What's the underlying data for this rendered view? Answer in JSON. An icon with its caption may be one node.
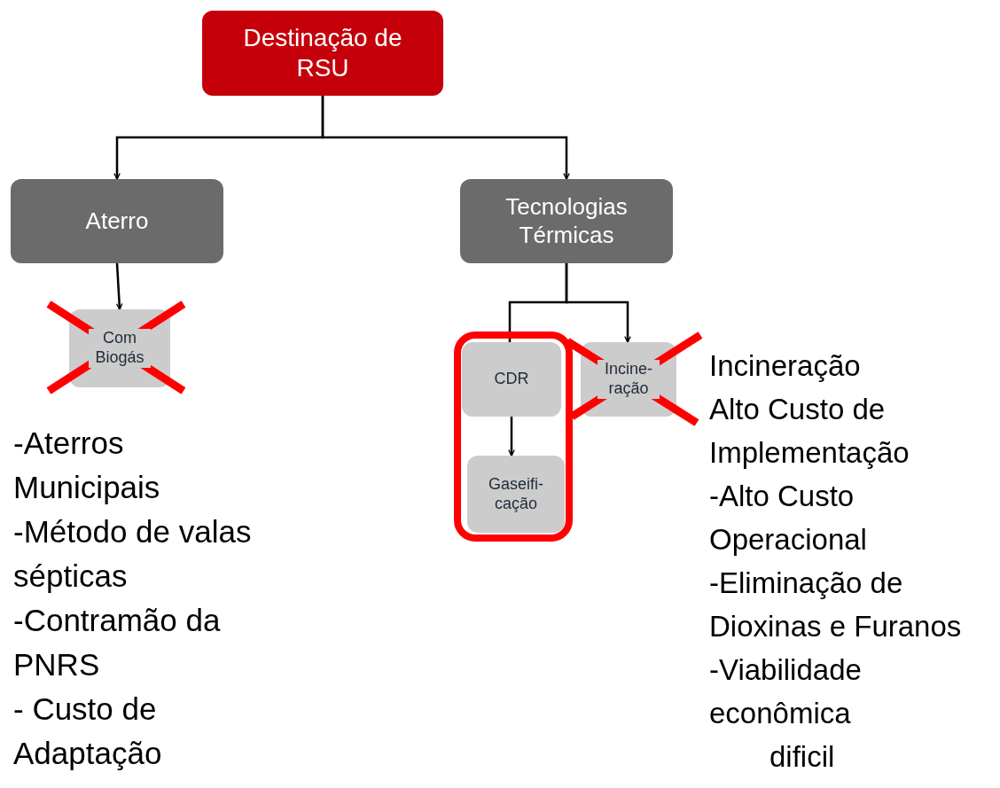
{
  "diagram": {
    "nodes": [
      {
        "text": [
          "Destinação de RSU"
        ]
      },
      {
        "text": [
          "Aterro"
        ]
      },
      {
        "text": [
          "Tecnologias Térmicas"
        ]
      },
      {
        "text": [
          "Com Biogás"
        ]
      },
      {
        "text": [],
        "shape": "box"
      },
      {
        "text": [
          "CDR"
        ],
        "in": 4
      },
      {
        "text": [
          "Gaseifi- cação"
        ],
        "in": 4
      },
      {
        "text": [
          "Incine- ração"
        ]
      }
    ],
    "edges": [
      {
        "from": 0,
        "to": 1,
        "arrow": "to"
      },
      {
        "from": 0,
        "to": 2,
        "arrow": "to"
      },
      {
        "from": 1,
        "to": 3,
        "arrow": "to"
      },
      {
        "from": 2,
        "to": 5,
        "arrow": "none"
      },
      {
        "from": 2,
        "to": 7,
        "arrow": "to"
      },
      {
        "from": 5,
        "to": 6,
        "arrow": "to"
      }
    ],
    "labels": [
      "-Aterros Municipais",
      "-Método de valas sépticas",
      "-Contramão da PNRS",
      "- Custo de Adaptação",
      "Incineração",
      "Alto Custo de Implementação",
      "-Alto Custo Operacional",
      "-Eliminação de Dioxinas e Furanos",
      "-Viabilidade econômica",
      "dificil"
    ]
  }
}
